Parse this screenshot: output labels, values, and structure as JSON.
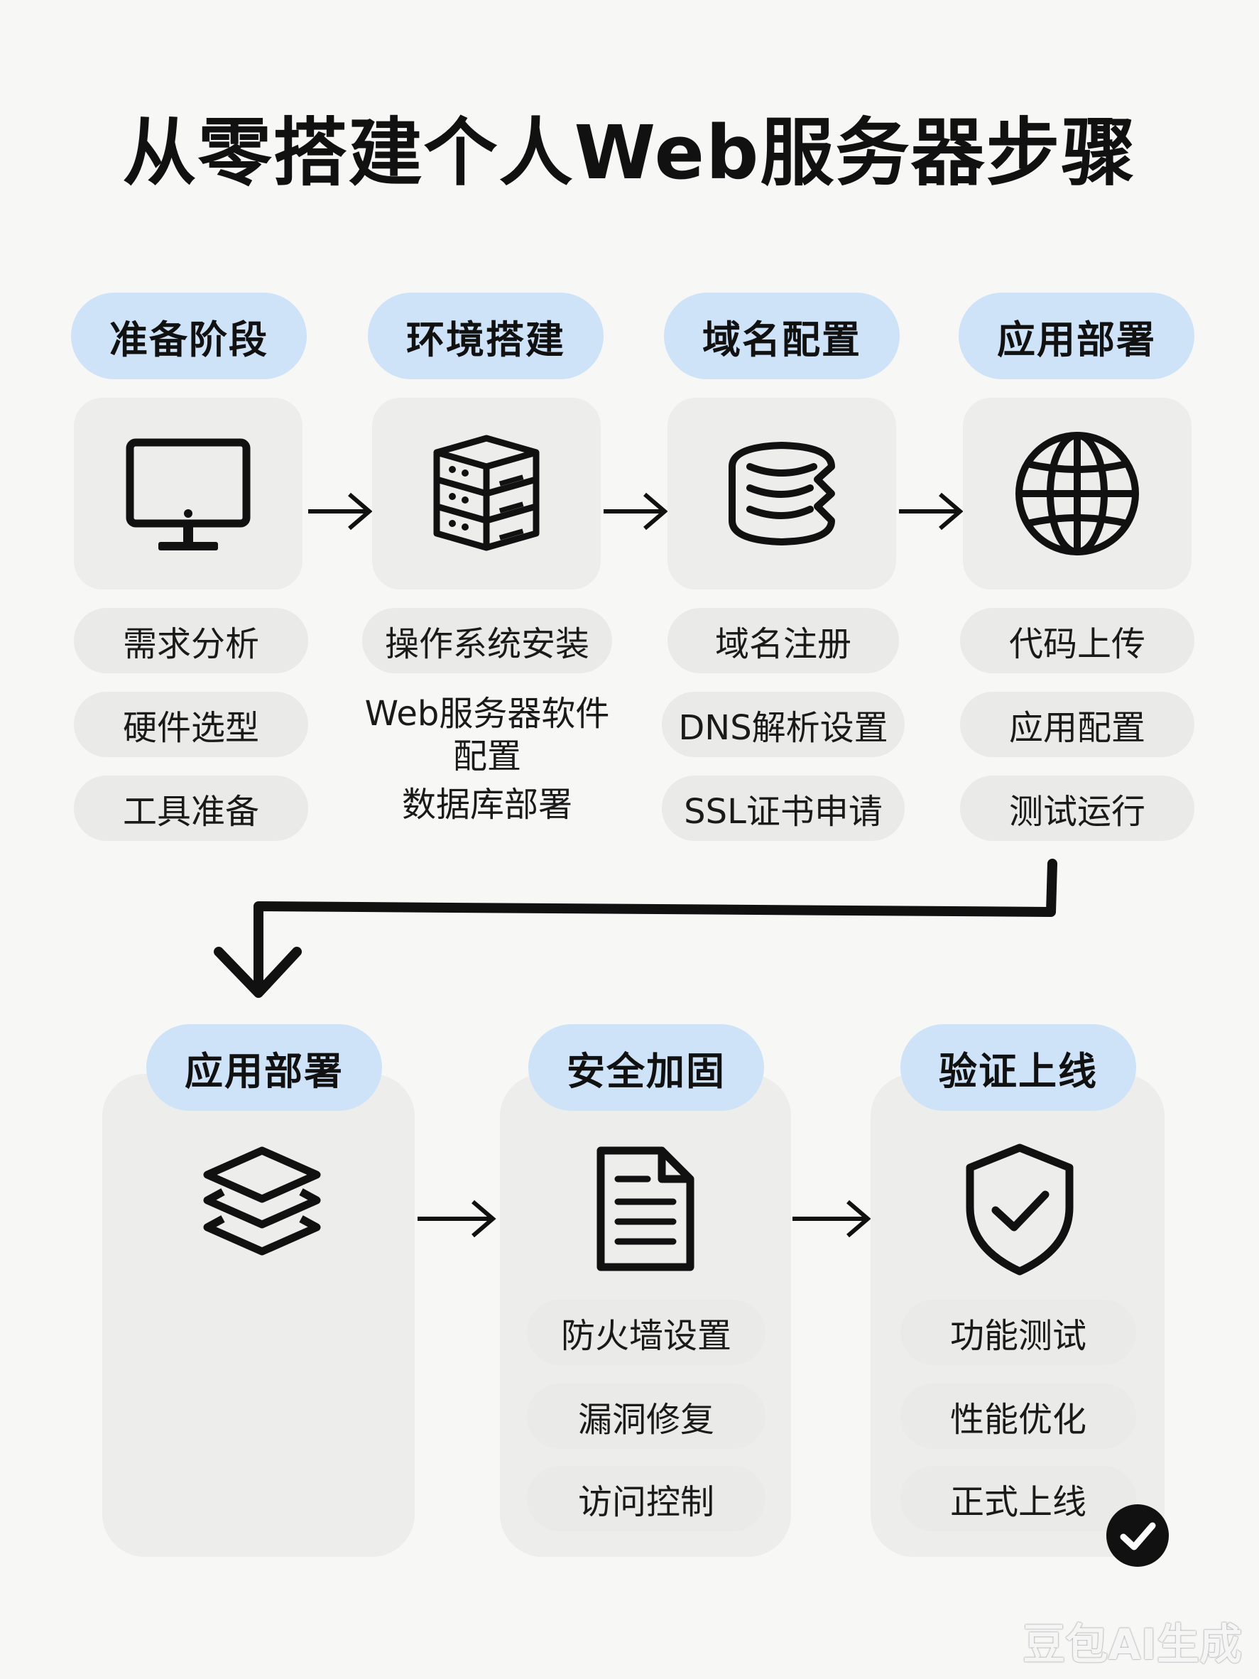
{
  "title": "从零搭建个人Web服务器步骤",
  "row1": [
    {
      "label": "准备阶段",
      "icon": "monitor-icon",
      "items": [
        "需求分析",
        "硬件选型",
        "工具准备"
      ]
    },
    {
      "label": "环境搭建",
      "icon": "server-icon",
      "items": [
        "操作系统安装",
        "Web服务器软件配置",
        "数据库部署"
      ]
    },
    {
      "label": "域名配置",
      "icon": "database-stack-icon",
      "items": [
        "域名注册",
        "DNS解析设置",
        "SSL证书申请"
      ]
    },
    {
      "label": "应用部署",
      "icon": "globe-icon",
      "items": [
        "代码上传",
        "应用配置",
        "测试运行"
      ]
    }
  ],
  "row2": [
    {
      "label": "应用部署",
      "icon": "layers-icon",
      "items": []
    },
    {
      "label": "安全加固",
      "icon": "document-icon",
      "items": [
        "防火墙设置",
        "漏洞修复",
        "访问控制"
      ]
    },
    {
      "label": "验证上线",
      "icon": "shield-check-icon",
      "items": [
        "功能测试",
        "性能优化",
        "正式上线"
      ]
    }
  ],
  "watermark": "豆包AI生成"
}
